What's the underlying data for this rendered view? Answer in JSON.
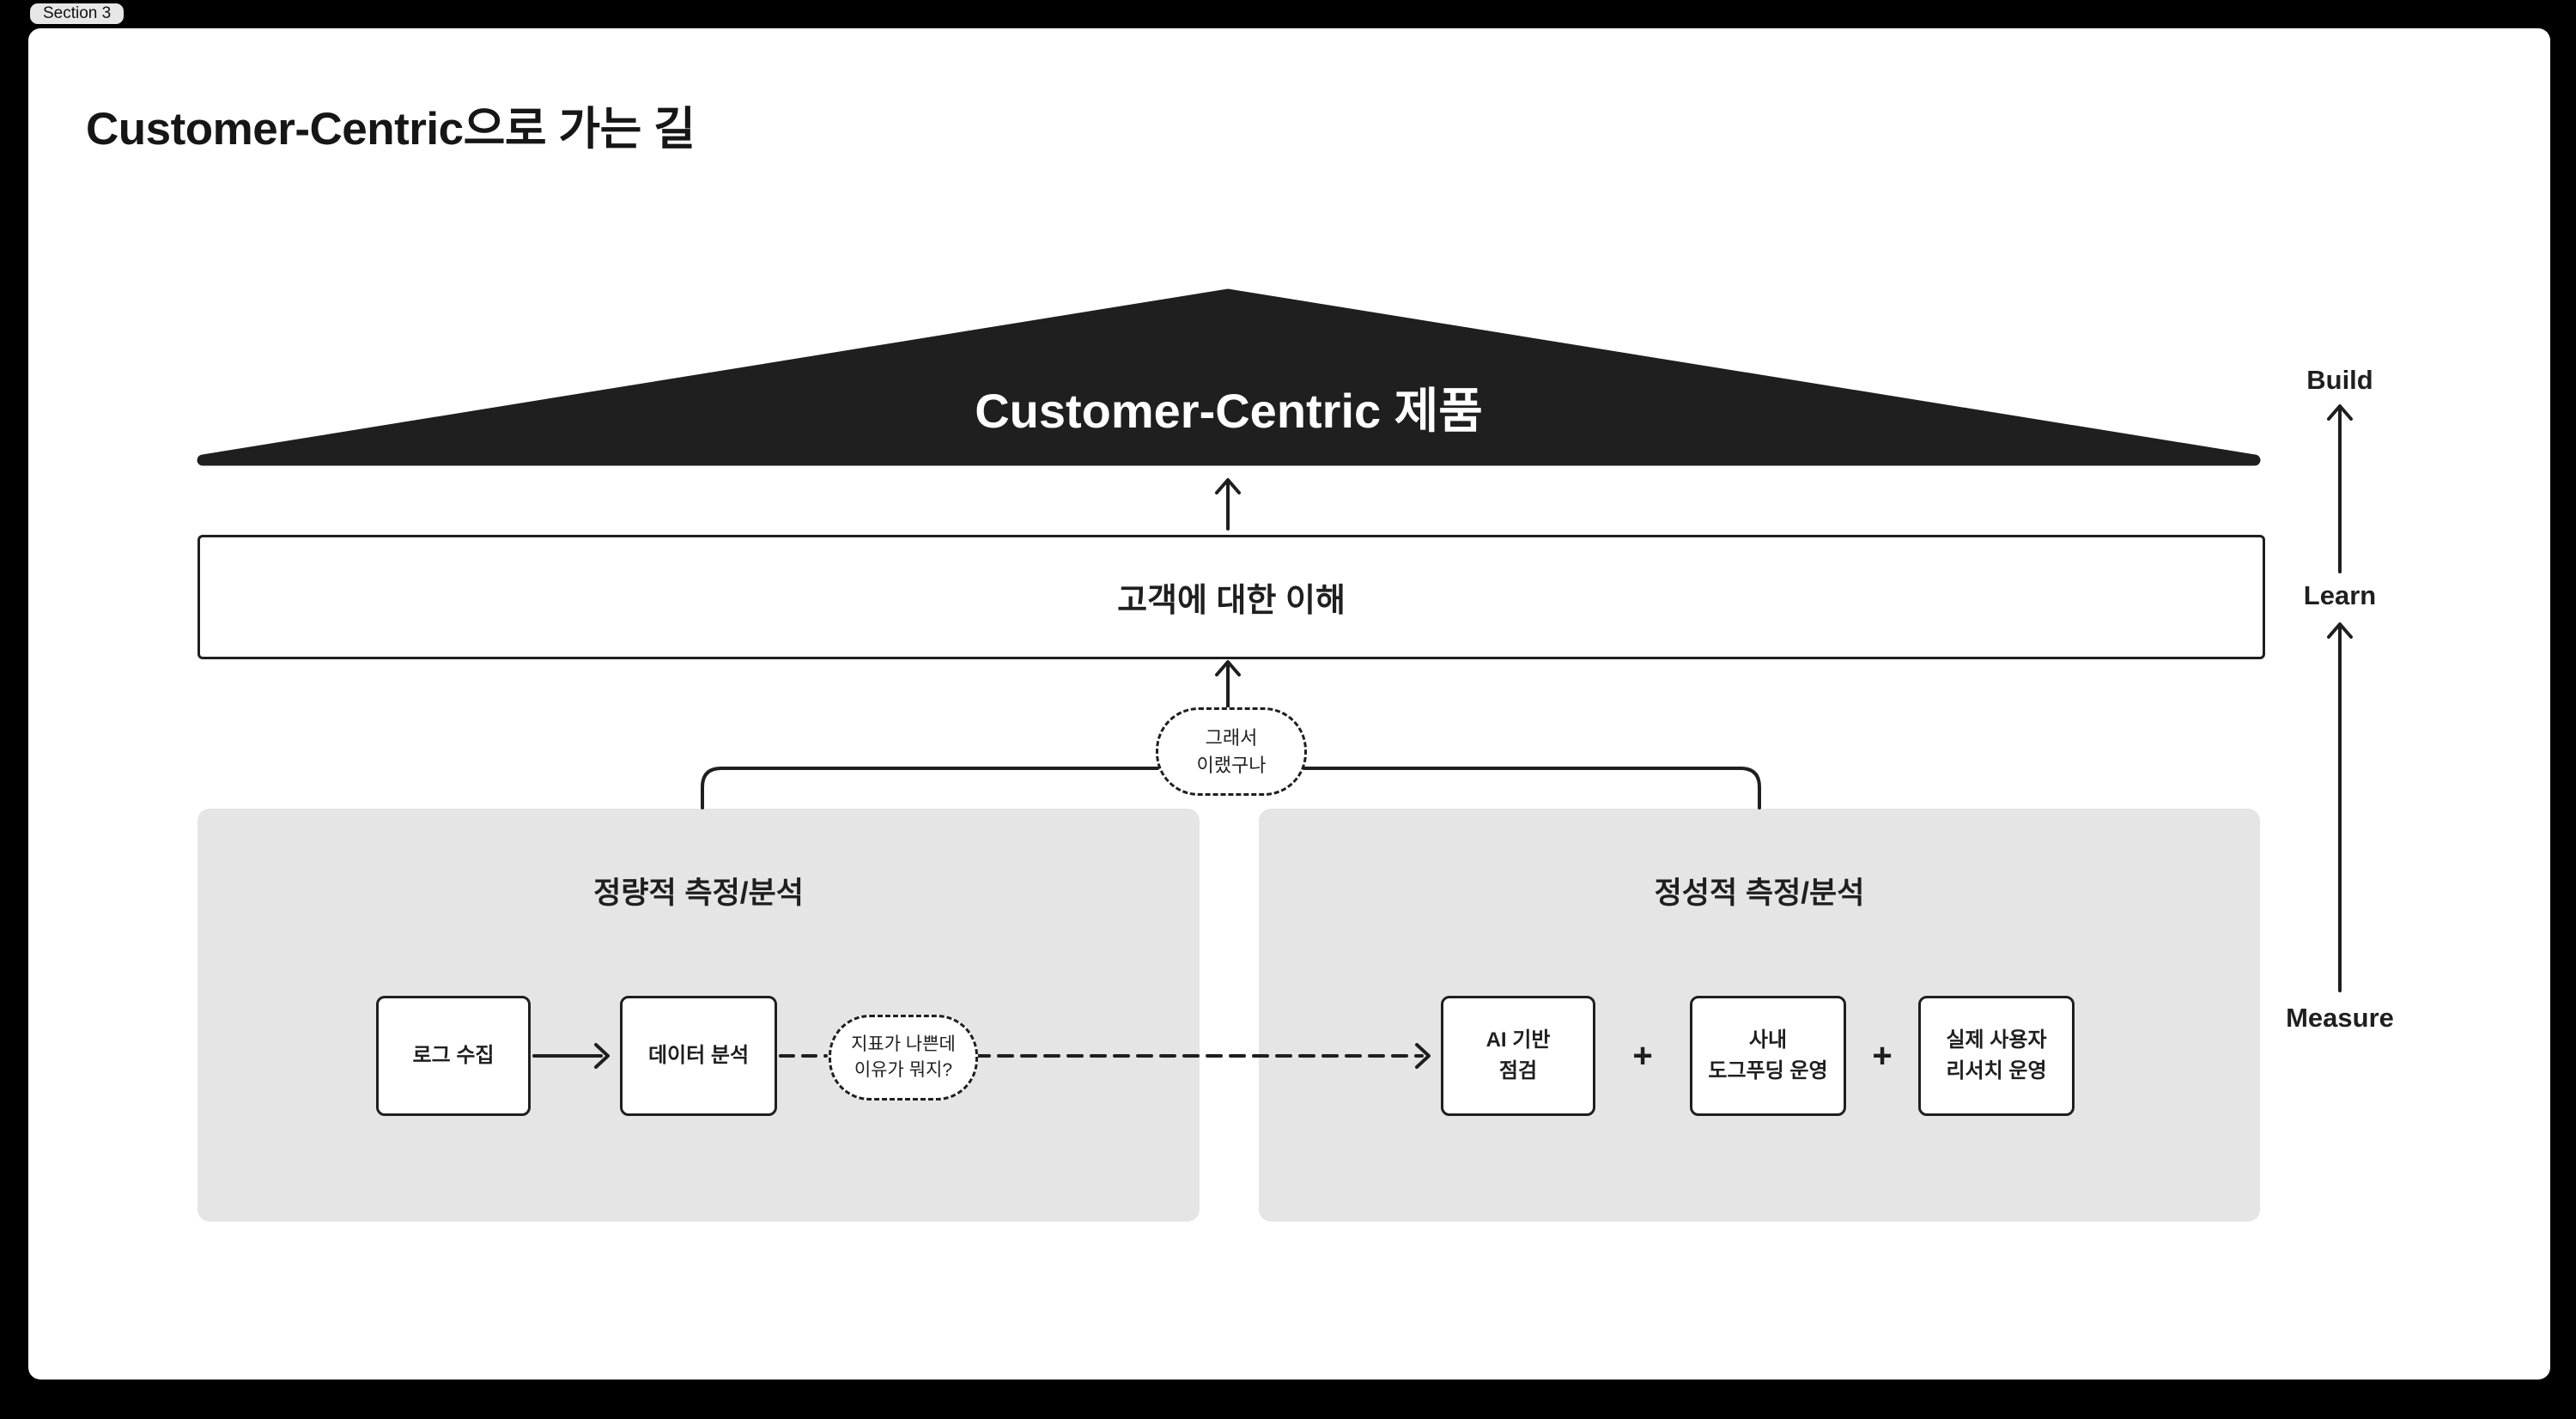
{
  "section_badge": "Section 3",
  "slide_title": "Customer-Centric으로 가는 길",
  "pyramid": {
    "product_label": "Customer-Centric 제품",
    "understanding_label": "고객에 대한 이해",
    "insight_bubble": "그래서\n이랬구나"
  },
  "quant_panel": {
    "title": "정량적 측정/분석",
    "steps": [
      {
        "label": "로그 수집"
      },
      {
        "label": "데이터 분석"
      }
    ],
    "question_bubble": "지표가 나쁜데\n이유가 뭐지?"
  },
  "qual_panel": {
    "title": "정성적 측정/분석",
    "plus": "+",
    "methods": [
      {
        "label": "AI 기반\n점검"
      },
      {
        "label": "사내\n도그푸딩 운영"
      },
      {
        "label": "실제 사용자\n리서치 운영"
      }
    ]
  },
  "rail": {
    "build": "Build",
    "learn": "Learn",
    "measure": "Measure"
  },
  "colors": {
    "page_bg": "#000000",
    "slide_bg": "#ffffff",
    "ink": "#1f1f1f",
    "panel_bg": "#e5e5e5",
    "badge_bg": "#e6e6e6"
  }
}
